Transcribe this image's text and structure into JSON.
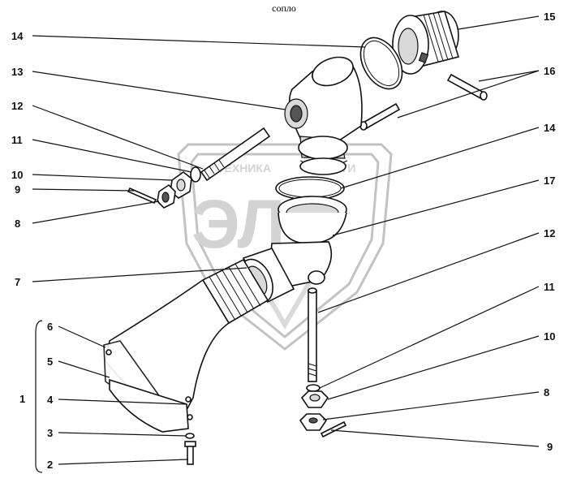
{
  "title": "сопло",
  "watermark": {
    "line": "ТЕХНИКА",
    "line2": "СТИ",
    "letters": "ЭЛФ"
  },
  "callouts_left": [
    "14",
    "13",
    "12",
    "11",
    "10",
    "9",
    "8",
    "7",
    "6",
    "5",
    "1",
    "4",
    "3",
    "2"
  ],
  "callouts_right": [
    "15",
    "16",
    "14",
    "17",
    "12",
    "11",
    "10",
    "8",
    "9"
  ],
  "colors": {
    "line": "#111111",
    "watermark": "#cfcfcf"
  }
}
